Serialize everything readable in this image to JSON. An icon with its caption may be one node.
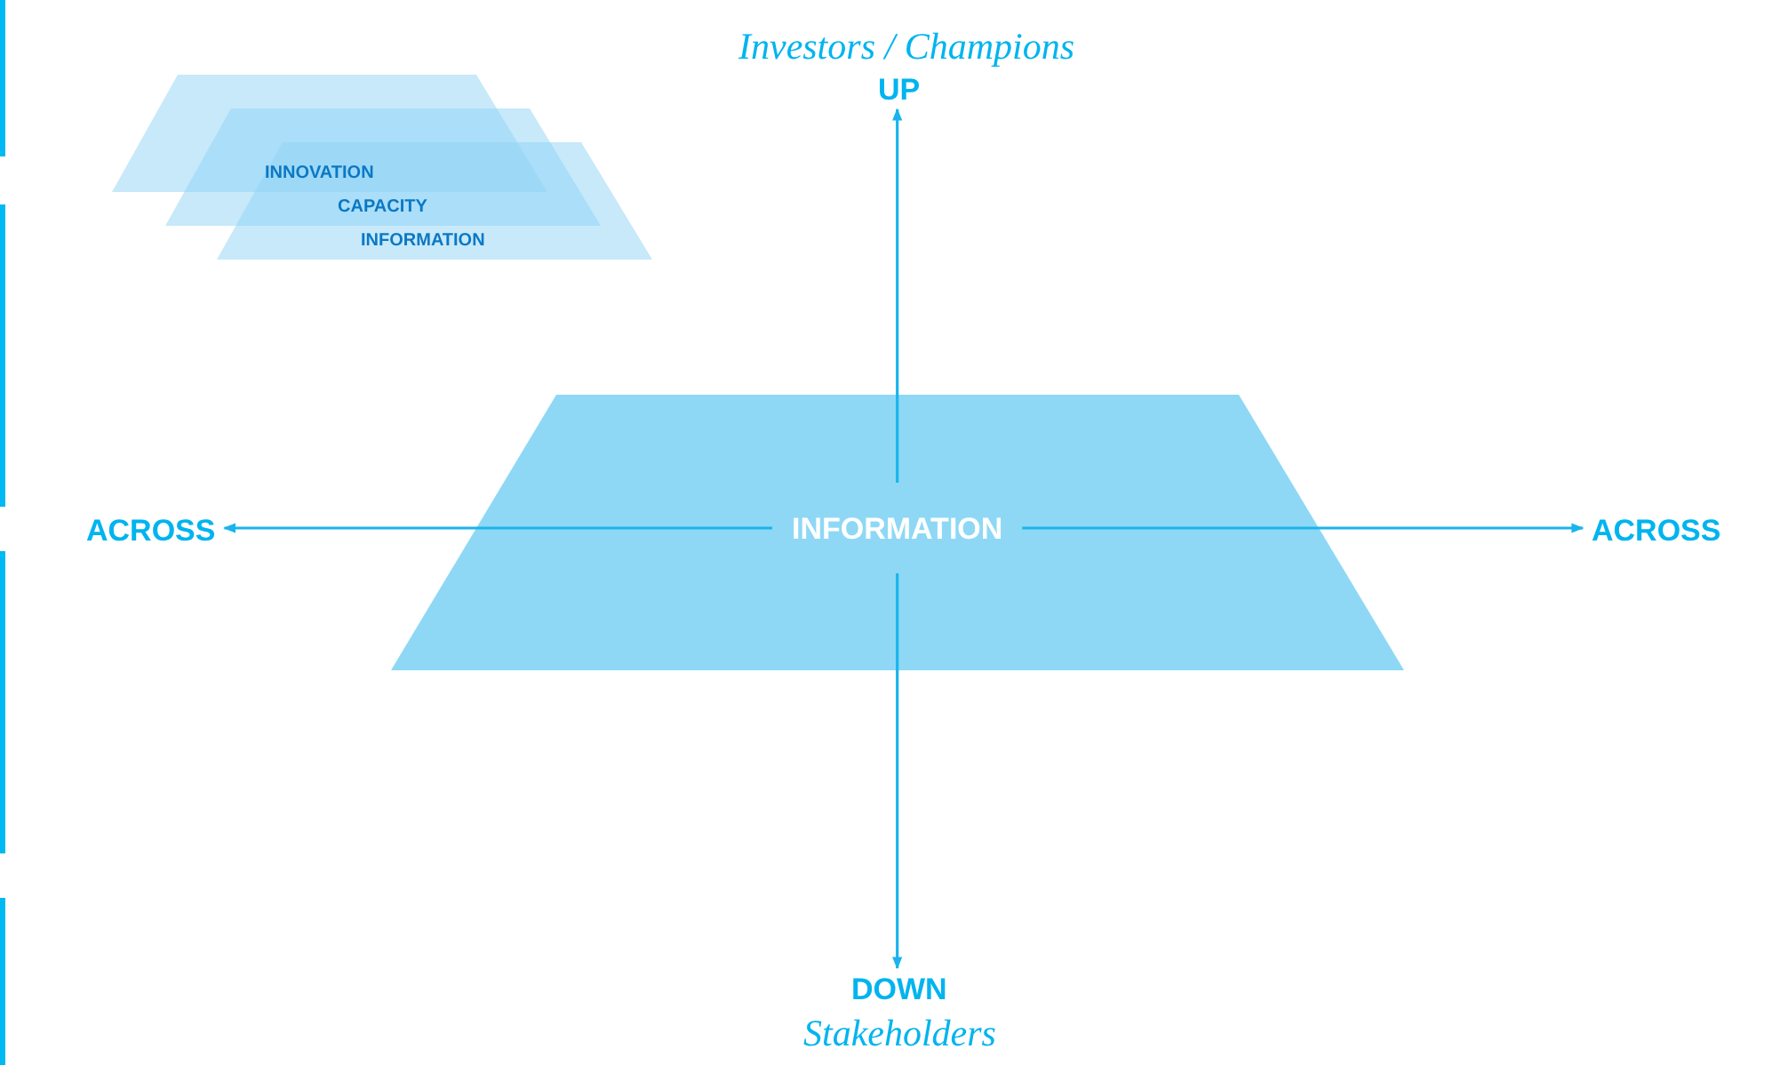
{
  "diagram": {
    "nodes": [
      {
        "text": [
          "INFORMATION"
        ]
      },
      {
        "text": [
          "Investors / Champions",
          "UP"
        ]
      },
      {
        "text": [
          "DOWN",
          "Stakeholders"
        ]
      },
      {
        "text": [
          "ACROSS"
        ]
      },
      {
        "text": [
          "ACROSS"
        ]
      },
      {
        "text": [
          "INNOVATION"
        ]
      },
      {
        "text": [
          "CAPACITY"
        ]
      },
      {
        "text": [
          "INFORMATION"
        ]
      }
    ],
    "edges": [
      {
        "from": 0,
        "to": 1,
        "arrow": "to"
      },
      {
        "from": 0,
        "to": 2,
        "arrow": "to"
      },
      {
        "from": 0,
        "to": 3,
        "arrow": "to"
      },
      {
        "from": 0,
        "to": 4,
        "arrow": "to"
      }
    ]
  }
}
